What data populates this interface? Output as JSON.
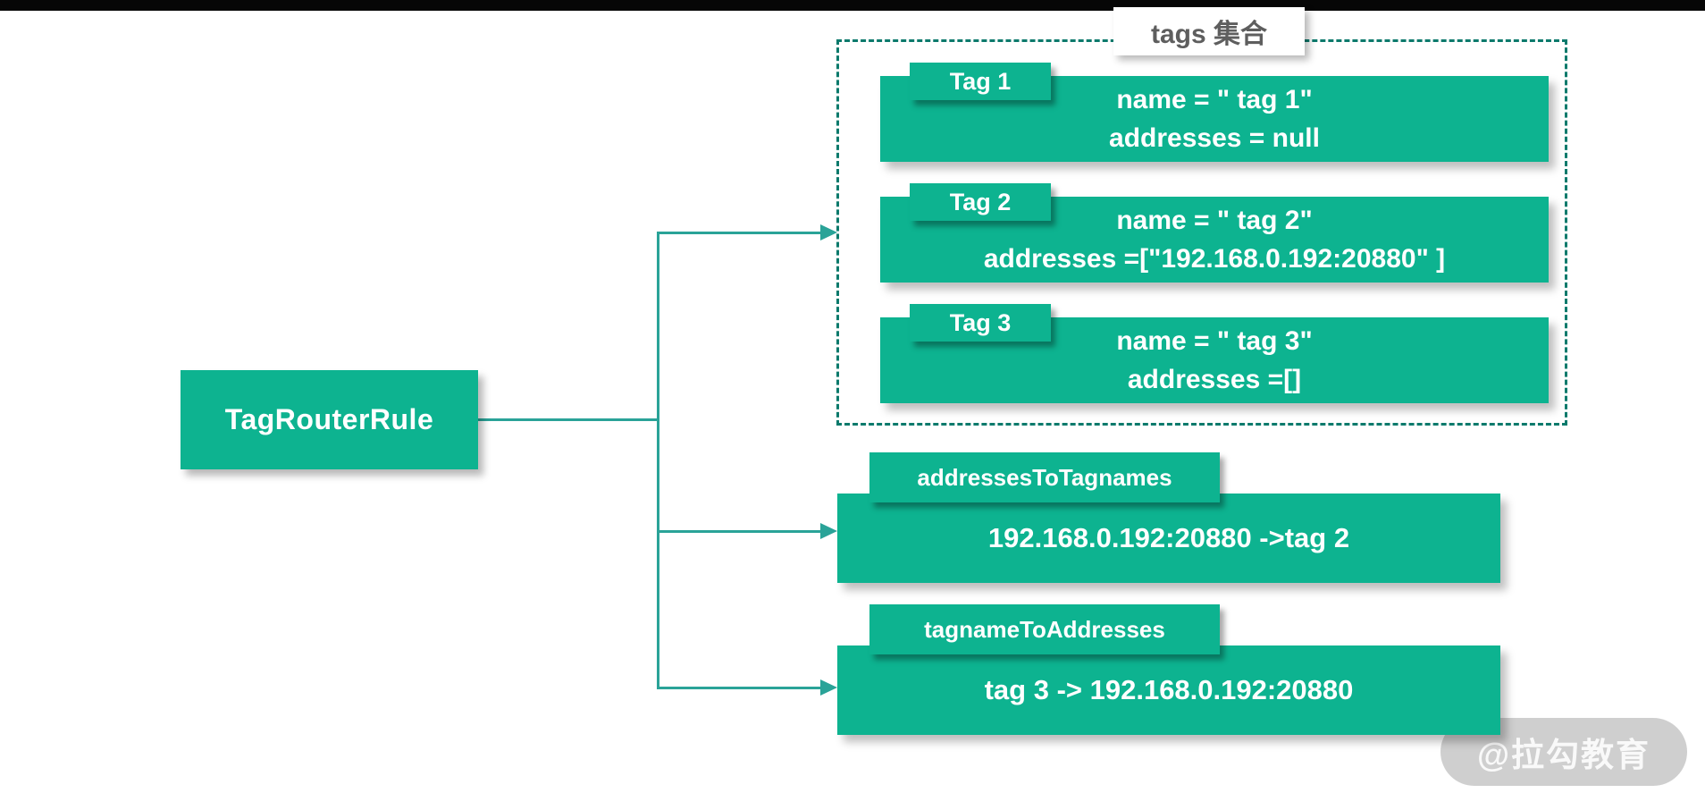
{
  "colors": {
    "box_teal": "#0db390",
    "line_teal": "#2aa398",
    "dash_teal": "#0c7a6c",
    "label_gray": "#5e5e5e",
    "bar_black": "#060606"
  },
  "root": {
    "label": "TagRouterRule"
  },
  "tags_group": {
    "title": "tags 集合",
    "tags": [
      {
        "tab": "Tag 1",
        "lines": [
          "name = \" tag 1\"",
          "addresses = null"
        ]
      },
      {
        "tab": "Tag 2",
        "lines": [
          "name = \" tag 2\"",
          "addresses =[\"192.168.0.192:20880\" ]"
        ]
      },
      {
        "tab": "Tag 3",
        "lines": [
          "name = \" tag 3\"",
          "addresses =[]"
        ]
      }
    ]
  },
  "maps": [
    {
      "tab": "addressesToTagnames",
      "body": "192.168.0.192:20880 ->tag 2"
    },
    {
      "tab": "tagnameToAddresses",
      "body": "tag 3 -> 192.168.0.192:20880"
    }
  ],
  "watermark": "@拉勾教育"
}
